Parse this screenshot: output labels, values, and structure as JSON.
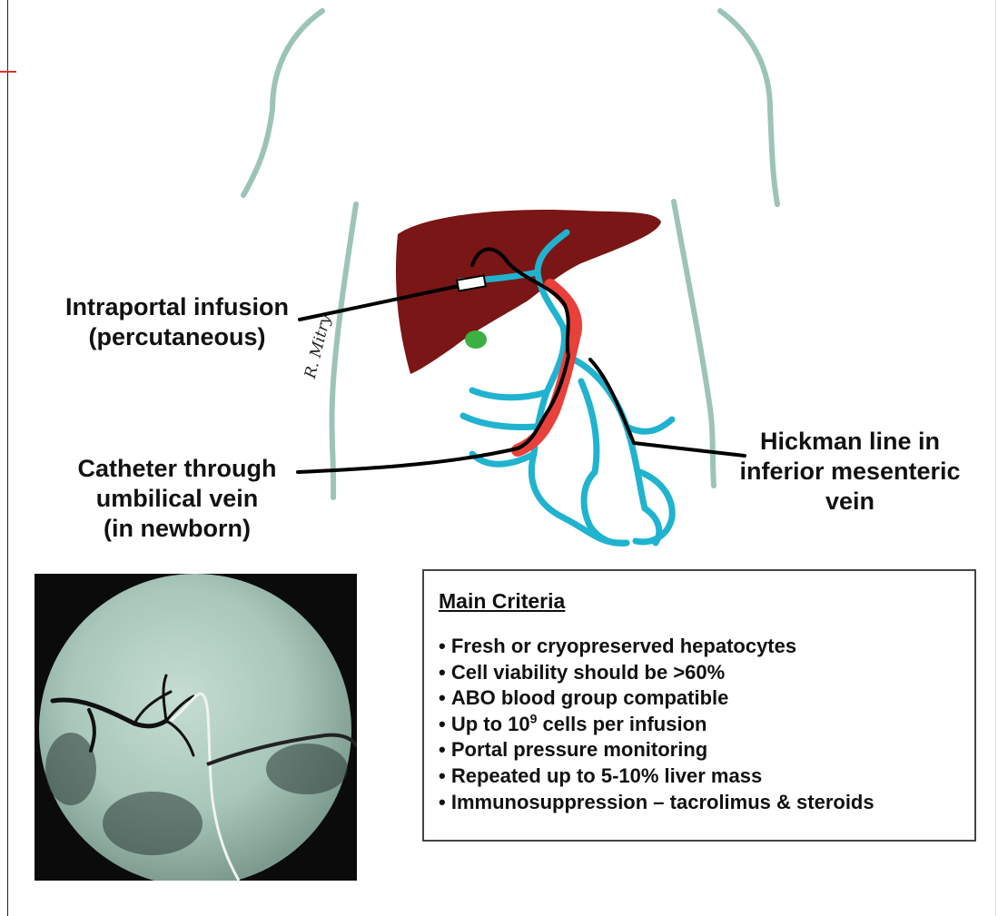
{
  "labels": {
    "intraportal_line1": "Intraportal infusion",
    "intraportal_line2": "(percutaneous)",
    "catheter_line1": "Catheter through",
    "catheter_line2": "umbilical vein",
    "catheter_line3": "(in newborn)",
    "hickman_line1": "Hickman line in",
    "hickman_line2": "inferior mesenteric",
    "hickman_line3": "vein"
  },
  "signature": "R. Mitry",
  "criteria": {
    "title": "Main Criteria",
    "items": [
      {
        "text": "Fresh or cryopreserved hepatocytes"
      },
      {
        "text": "Cell viability should be >60%"
      },
      {
        "text": "ABO blood group compatible"
      },
      {
        "text": "Up to 10",
        "sup": "9",
        "after": " cells per infusion"
      },
      {
        "text": "Portal pressure monitoring"
      },
      {
        "text": "Repeated up to 5-10% liver mass"
      },
      {
        "text": "Immunosuppression – tacrolimus & steroids"
      }
    ]
  },
  "colors": {
    "body_outline": "#9cc4b6",
    "liver": "#7a1616",
    "portal_vein": "#20b3cf",
    "catheter": "#e8403a",
    "gallbladder": "#3cb043",
    "xray_tint": "#a8c6ba"
  }
}
